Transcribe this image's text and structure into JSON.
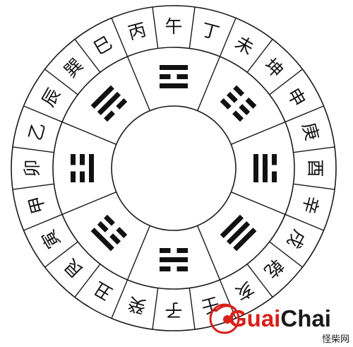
{
  "diagram": {
    "outer_ring_labels": [
      "午",
      "丁",
      "未",
      "坤",
      "申",
      "庚",
      "酉",
      "辛",
      "戌",
      "乾",
      "亥",
      "壬",
      "子",
      "癸",
      "丑",
      "艮",
      "寅",
      "甲",
      "卯",
      "乙",
      "辰",
      "巽",
      "巳",
      "丙"
    ],
    "trigrams": [
      {
        "name": "li",
        "lines": [
          1,
          0,
          1
        ]
      },
      {
        "name": "kun",
        "lines": [
          0,
          0,
          0
        ]
      },
      {
        "name": "dui",
        "lines": [
          0,
          1,
          1
        ]
      },
      {
        "name": "qian",
        "lines": [
          1,
          1,
          1
        ]
      },
      {
        "name": "kan",
        "lines": [
          0,
          1,
          0
        ]
      },
      {
        "name": "gen",
        "lines": [
          1,
          0,
          0
        ]
      },
      {
        "name": "zhen",
        "lines": [
          0,
          0,
          1
        ]
      },
      {
        "name": "xun",
        "lines": [
          1,
          1,
          0
        ]
      }
    ]
  },
  "watermark": {
    "brand_red": "Guai",
    "brand_dark": "Chai",
    "subtitle": "怪柴网",
    "red": "#d8201a",
    "dark": "#1a1a1a"
  }
}
